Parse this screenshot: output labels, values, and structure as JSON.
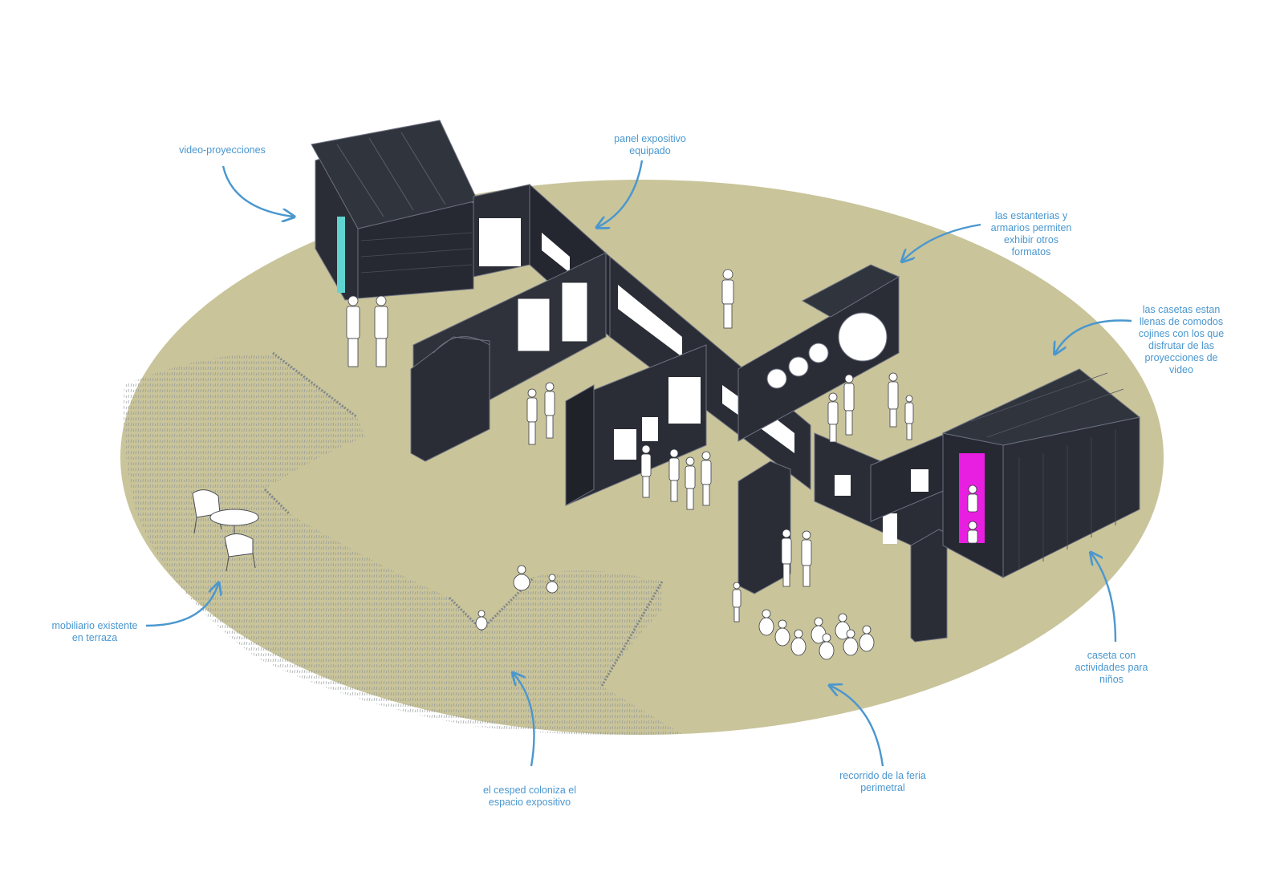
{
  "colors": {
    "ground": "#c9c49a",
    "structure": "#2a2d36",
    "structure_edge": "#6d7180",
    "panel_white": "#ffffff",
    "annotation": "#4a97cf",
    "projection_cyan": "#5fd4d0",
    "kids_magenta": "#e81ee0",
    "grass": "#9aa0a3"
  },
  "annotations": {
    "video": {
      "lines": [
        "video-proyecciones"
      ]
    },
    "panel": {
      "lines": [
        "panel expositivo",
        "equipado"
      ]
    },
    "shelves": {
      "lines": [
        "las estanterias y",
        "armarios permiten",
        "exhibir otros",
        "formatos"
      ]
    },
    "cushions": {
      "lines": [
        "las casetas estan",
        "llenas de comodos",
        "cojines con los que",
        "disfrutar de las",
        "proyecciones de",
        "video"
      ]
    },
    "furniture": {
      "lines": [
        "mobiliario existente",
        "en terraza"
      ]
    },
    "kids": {
      "lines": [
        "caseta con",
        "actividades para",
        "niños"
      ]
    },
    "grass": {
      "lines": [
        "el cesped coloniza el",
        "espacio expositivo"
      ]
    },
    "route": {
      "lines": [
        "recorrido de la feria",
        "perimetral"
      ]
    }
  }
}
